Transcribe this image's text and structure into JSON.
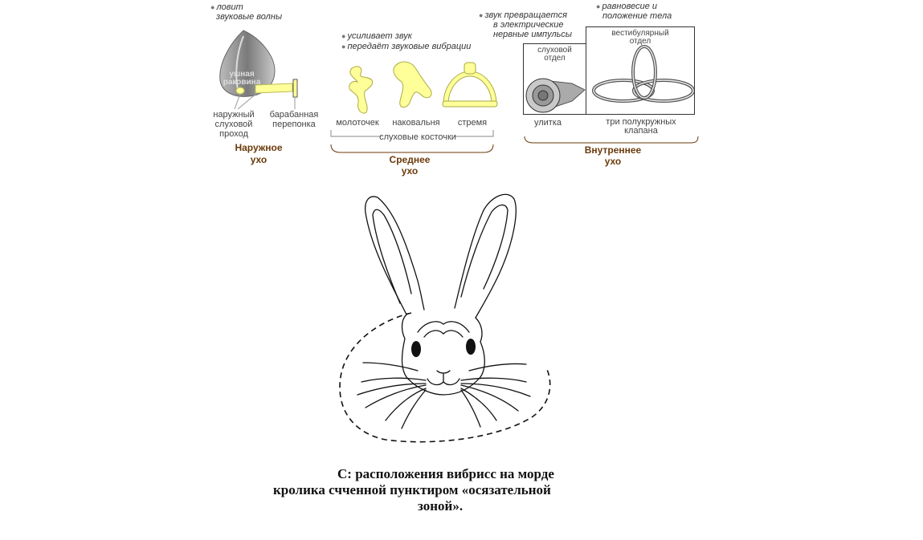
{
  "outer_ear": {
    "note_lines": [
      "ловит",
      "звуковые волны"
    ],
    "pinna_lines": [
      "ушная",
      "раковина"
    ],
    "canal_lines": [
      "наружный",
      "слуховой",
      "проход"
    ],
    "eardrum_lines": [
      "барабанная",
      "перепонка"
    ],
    "section_lines": [
      "Наружное",
      "ухо"
    ]
  },
  "middle_ear": {
    "notes": [
      "усиливает звук",
      "передаёт звуковые вибрации"
    ],
    "bones": [
      "молоточек",
      "наковальня",
      "стремя"
    ],
    "group_label": "слуховые косточки",
    "section_lines": [
      "Среднее",
      "ухо"
    ]
  },
  "inner_ear": {
    "note_left_lines": [
      "звук превращается",
      "в электрические",
      "нервные импульсы"
    ],
    "note_right_lines": [
      "равновесие и",
      "положение тела"
    ],
    "auditory_lines": [
      "слуховой",
      "отдел"
    ],
    "vestibular_lines": [
      "вестибулярный",
      "отдел"
    ],
    "cochlea": "улитка",
    "canals_lines": [
      "три полукружных",
      "клапана"
    ],
    "section_lines": [
      "Внутреннее",
      "ухо"
    ]
  },
  "rabbit_caption": {
    "lines": [
      "C: расположения вибрисс на морде",
      "кролика счченной пунктиром «осязательной",
      "зоной»."
    ]
  },
  "colors": {
    "yellow": "#ffff99",
    "brown": "#6b3a0a",
    "grey": "#999999"
  }
}
